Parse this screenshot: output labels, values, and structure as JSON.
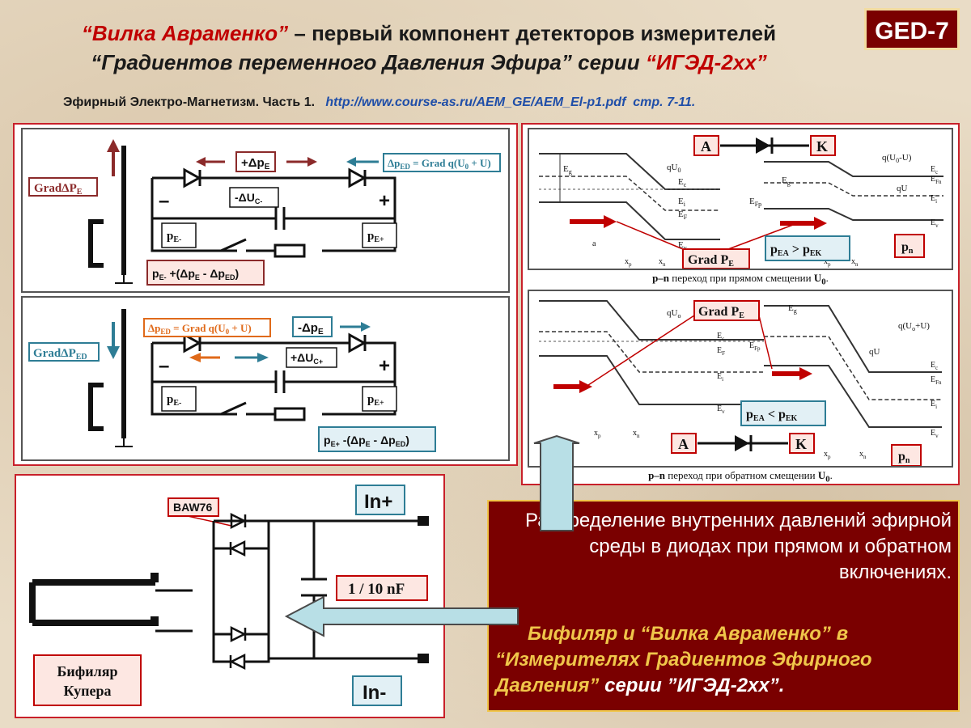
{
  "title": {
    "line1_red": "“Вилка Авраменко”",
    "line1_rest": " – первый компонент детекторов измерителей",
    "line2_main": "“Градиентов переменного Давления Эфира” серии ",
    "line2_red": "“ИГЭД-2хх”"
  },
  "badge": "GED-7",
  "reference": {
    "text": "Эфирный Электро-Магнетизм. Часть 1.",
    "link": "http://www.course-as.ru/AEM_GE/AEM_El-p1.pdf",
    "pages": "стр. 7-11."
  },
  "colors": {
    "accent_red": "#c00000",
    "dark_red": "#7a0000",
    "gold": "#f0c64a",
    "teal": "#2e7d95",
    "orange": "#e06a1a"
  },
  "circuit_top": {
    "grad_label": "GradΔP",
    "grad_sub": "E",
    "dpe_label": "+Δp",
    "dpe_sub": "E",
    "ped_label": "Δp",
    "ped_sub": "ED",
    "ped_formula": " = Grad q(U",
    "ped_formula_sub": "0",
    "ped_formula_end": " + U)",
    "minus": "–",
    "plus": "+",
    "duc_label": "-ΔU",
    "duc_sub": "C-",
    "pe_minus": "p",
    "pe_minus_sub": "E-",
    "pe_plus": "p",
    "pe_plus_sub": "E+",
    "formula": "p",
    "formula_sub": "E-",
    "formula_rest": " +(Δp",
    "formula_sub2": "E",
    "formula_mid": " - Δp",
    "formula_sub3": "ED",
    "formula_end": ")"
  },
  "circuit_bottom": {
    "grad_label": "GradΔP",
    "grad_sub": "ED",
    "ped_label": "Δp",
    "ped_sub": "ED",
    "ped_formula": " = Grad q(U",
    "ped_formula_sub": "0",
    "ped_formula_end": " + U)",
    "dpe_label": "-Δp",
    "dpe_sub": "E",
    "minus": "–",
    "plus": "+",
    "duc_label": "+ΔU",
    "duc_sub": "C+",
    "pe_minus": "p",
    "pe_minus_sub": "E-",
    "pe_plus": "p",
    "pe_plus_sub": "E+",
    "formula": "p",
    "formula_sub": "E+",
    "formula_rest": " -(Δp",
    "formula_sub2": "E",
    "formula_mid": " - Δp",
    "formula_sub3": "ED",
    "formula_end": ")"
  },
  "pn_forward": {
    "a": "A",
    "k": "K",
    "grad": "Grad P",
    "grad_sub": "E",
    "pea": "p",
    "pea_sub": "EA",
    "cmp": " > ",
    "pek": "p",
    "pek_sub": "EK",
    "pn": "p",
    "pn_sub": "n",
    "caption_bold": "p–n",
    "caption": " переход при прямом смещении ",
    "caption_u": "U",
    "caption_u_sub": "0",
    "caption_end": ".",
    "labels": {
      "eg": "E",
      "eg_sub": "g",
      "quo": "qU",
      "quo_sub": "0",
      "ec": "E",
      "ec_sub": "c",
      "ei": "E",
      "ei_sub": "i",
      "ef": "E",
      "ef_sub": "F",
      "ev": "E",
      "ev_sub": "v",
      "efp": "E",
      "efp_sub": "Fp",
      "efn": "E",
      "efn_sub": "Fn",
      "qu0u": "q(U",
      "qu0u_sub": "0",
      "qu0u_end": "-U)",
      "qu": "qU",
      "xp": "x",
      "xp_sub": "p",
      "xn": "x",
      "xn_sub": "n",
      "a_small": "a"
    }
  },
  "pn_reverse": {
    "a": "A",
    "k": "K",
    "grad": "Grad P",
    "grad_sub": "E",
    "pea": "p",
    "pea_sub": "EA",
    "cmp": " < ",
    "pek": "p",
    "pek_sub": "EK",
    "pn": "p",
    "pn_sub": "n",
    "caption_bold": "p–n",
    "caption": " переход при обратном смещении ",
    "caption_u": "U",
    "caption_u_sub": "0",
    "caption_end": ".",
    "labels": {
      "quo": "qU",
      "quo_sub": "o",
      "eg": "E",
      "eg_sub": "g",
      "qu0u": "q(U",
      "qu0u_sub": "o",
      "qu0u_end": "+U)",
      "ec": "E",
      "ec_sub": "c",
      "ef": "E",
      "ef_sub": "F",
      "efp": "E",
      "efp_sub": "Fp",
      "ei": "E",
      "ei_sub": "i",
      "ev": "E",
      "ev_sub": "v",
      "efn": "E",
      "efn_sub": "Fn",
      "qu": "qU",
      "xp": "x",
      "xp_sub": "p",
      "xn": "x",
      "xn_sub": "n"
    }
  },
  "bifilar": {
    "diode_label": "BAW76",
    "in_plus": "In+",
    "in_minus": "In-",
    "cap_label": "1 / 10 nF",
    "name_line1": "Бифиляр",
    "name_line2": "Купера"
  },
  "description": {
    "para1": "Распределение внутренних давлений эфирной среды в диодах при прямом и обратном включениях.",
    "p2_a": "Бифиляр и “Вилка Авраменко”",
    "p2_b": "  в",
    "p2_c": "“Измерителях Градиентов Эфирного Давления”",
    "p2_d": " серии ”ИГЭД-2хх”",
    "p2_e": "."
  }
}
